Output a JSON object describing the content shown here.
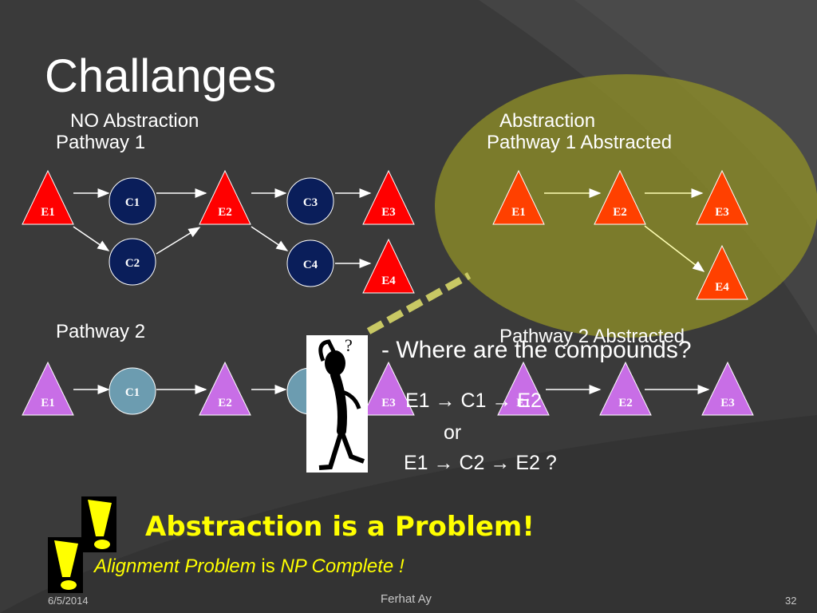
{
  "slide": {
    "title": "Challanges",
    "left_heading": "NO Abstraction",
    "right_heading": "Abstraction",
    "pathway1_label": "Pathway 1",
    "pathway1_abstracted_label": "Pathway 1 Abstracted",
    "pathway2_label": "Pathway 2",
    "pathway2_abstracted_label": "Pathway 2 Abstracted",
    "question": "- Where are the compounds?",
    "option1": "E1 → C1 → E2",
    "or_word": "or",
    "option2": "E1 → C2 → E2 ?",
    "problem_headline": "Abstraction is a Problem!",
    "note_alignment": "Alignment Problem",
    "note_is": " is ",
    "note_np": "NP Complete !",
    "footer_date": "6/5/2014",
    "footer_author": "Ferhat Ay",
    "footer_page": "32"
  },
  "nodes": {
    "e1": "E1",
    "e2": "E2",
    "e3": "E3",
    "e4": "E4",
    "c1": "C1",
    "c2": "C2",
    "c3": "C3",
    "c4": "C4"
  },
  "colors": {
    "background": "#3a3a3a",
    "enzyme_red": "#ff0000",
    "enzyme_orange": "#ff4000",
    "enzyme_violet": "#c86ee6",
    "compound_navy": "#0a1e5a",
    "compound_teal": "#6c9cb0",
    "highlight_olive": "#8c8c28",
    "accent_yellow": "#ffff00"
  },
  "icons": [
    "confused-man-icon",
    "exclamation-icon"
  ]
}
